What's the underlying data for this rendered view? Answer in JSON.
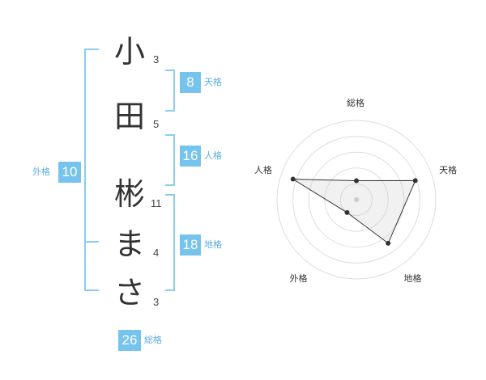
{
  "name": {
    "characters": [
      {
        "char": "小",
        "strokes": "3"
      },
      {
        "char": "田",
        "strokes": "5"
      },
      {
        "char": "彬",
        "strokes": "11"
      },
      {
        "char": "ま",
        "strokes": "4"
      },
      {
        "char": "さ",
        "strokes": "3"
      }
    ]
  },
  "fortunes": {
    "tenkaku": {
      "value": "8",
      "label": "天格"
    },
    "jinkaku": {
      "value": "16",
      "label": "人格"
    },
    "chikaku": {
      "value": "18",
      "label": "地格"
    },
    "gaikaku": {
      "value": "10",
      "label": "外格"
    },
    "soukaku": {
      "value": "26",
      "label": "総格"
    }
  },
  "colors": {
    "accent": "#76c4ee",
    "bracket": "#8ccdf0",
    "label": "#5aaee0",
    "text": "#333333"
  },
  "chart_data": {
    "type": "radar",
    "axes": [
      "総格",
      "天格",
      "地格",
      "外格",
      "人格"
    ],
    "values": [
      1.2,
      3.9,
      3.4,
      1.0,
      4.2
    ],
    "range": [
      0,
      5
    ],
    "rings": 5,
    "grid": true
  }
}
